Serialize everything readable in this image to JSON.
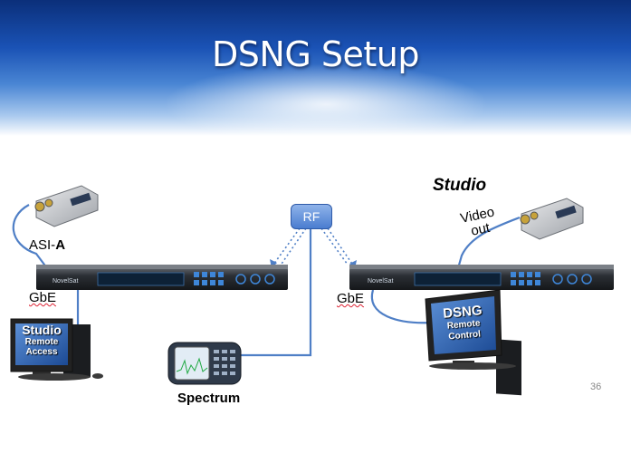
{
  "slide": {
    "title": "DSNG Setup",
    "page_number": "36"
  },
  "labels": {
    "studio_title": "Studio",
    "video_out_line1": "Video",
    "video_out_line2": "out",
    "asi_prefix": "ASI-",
    "asi_suffix": "A",
    "gbe_left": "GbE",
    "gbe_right": "GbE",
    "rf": "RF",
    "spectrum": "Spectrum"
  },
  "devices": {
    "left_modem_brand": "NovelSat",
    "right_modem_brand": "NovelSat",
    "left_monitor_line1": "Studio",
    "left_monitor_line2": "Remote",
    "left_monitor_line3": "Access",
    "right_monitor_line1": "DSNG",
    "right_monitor_line2": "Remote",
    "right_monitor_line3": "Control"
  },
  "colors": {
    "cable": "#4f7fc6",
    "rack": "#2b2f34",
    "monitor_screen": "#2f66b8"
  }
}
